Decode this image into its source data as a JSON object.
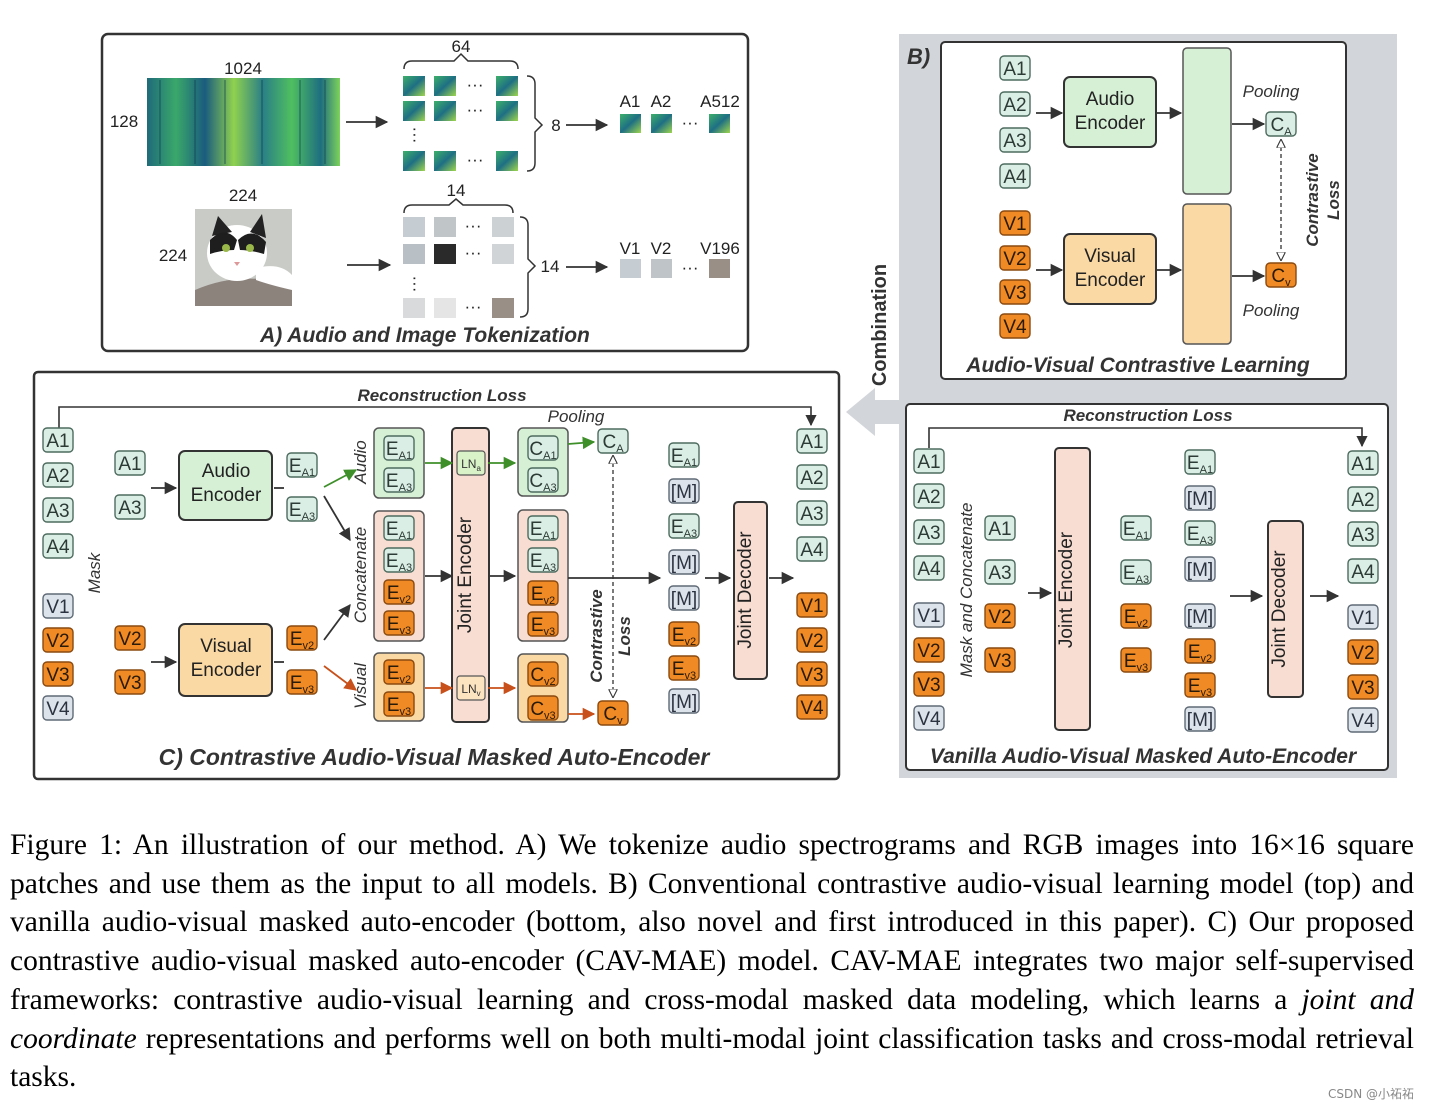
{
  "panel_a": {
    "title": "A) Audio and Image Tokenization",
    "audio_width": "1024",
    "audio_height": "128",
    "audio_grid_cols": "64",
    "audio_grid_rows": "8",
    "audio_tokens": [
      "A1",
      "A2",
      "A512"
    ],
    "image_width": "224",
    "image_height": "224",
    "image_grid_cols": "14",
    "image_grid_rows": "14",
    "image_tokens": [
      "V1",
      "V2",
      "V196"
    ],
    "ellipsis": "···"
  },
  "panel_b": {
    "label": "B)",
    "combination": "Combination",
    "contrastive": {
      "title": "Audio-Visual Contrastive Learning",
      "audio_encoder": [
        "Audio",
        "Encoder"
      ],
      "visual_encoder": [
        "Visual",
        "Encoder"
      ],
      "pooling": "Pooling",
      "loss": [
        "Contrastive",
        "Loss"
      ]
    },
    "vanilla": {
      "title": "Vanilla Audio-Visual Masked Auto-Encoder",
      "reconstruction_loss": "Reconstruction Loss",
      "mask_concat": "Mask and Concatenate",
      "joint_encoder": "Joint Encoder",
      "joint_decoder": "Joint Decoder",
      "mask_token": "[M]"
    }
  },
  "panel_c": {
    "title": "C) Contrastive Audio-Visual Masked Auto-Encoder",
    "reconstruction_loss": "Reconstruction Loss",
    "pooling": "Pooling",
    "mask": "Mask",
    "audio_encoder": [
      "Audio",
      "Encoder"
    ],
    "visual_encoder": [
      "Visual",
      "Encoder"
    ],
    "stream_audio": "Audio",
    "stream_concat": "Concatenate",
    "stream_visual": "Visual",
    "joint_encoder": "Joint Encoder",
    "joint_decoder": "Joint Decoder",
    "loss": [
      "Contrastive",
      "Loss"
    ],
    "mask_token": "[M]"
  },
  "caption": {
    "p1": "Figure 1: An illustration of our method. A) We tokenize audio spectrograms and RGB images into 16×16 square patches and use them as the input to all models. B) Conventional contrastive audio-visual learning model (top) and vanilla audio-visual masked auto-encoder (bottom, also novel and first introduced in this paper). C) Our proposed contrastive audio-visual masked auto-encoder (CAV-MAE) model. CAV-MAE integrates two major self-supervised frameworks: contrastive audio-visual learning and cross-modal masked data modeling, which learns a ",
    "em": "joint and coordinate",
    "p2": " representations and performs well on both multi-modal joint classification tasks and cross-modal retrieval tasks."
  },
  "watermark": "CSDN @小祏祏",
  "colors": {
    "audio_fill": "#dbeee6",
    "audio_stroke": "#4d6b5f",
    "visual_fill": "#f08a24",
    "visual_stroke": "#8a4a10",
    "masked_fill": "#dde3ea",
    "masked_stroke": "#5f6a76",
    "audio_encoder_fill": "#d6f0d6",
    "visual_encoder_fill": "#fad9a4",
    "joint_fill": "#f7ddd2",
    "ln_audio": "#d9f2c8",
    "ln_visual": "#fde4c0",
    "arrow_audio": "#3e8f2a",
    "arrow_visual": "#c8501a",
    "gray_panel": "#d2d5d9"
  }
}
